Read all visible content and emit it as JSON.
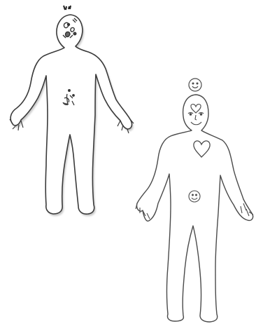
{
  "image": {
    "background": "#ffffff",
    "figures": [
      {
        "role": "left-figure",
        "outline_color": "#3a3a3a",
        "shadow_color": "#9a9a9a",
        "fill": "#ffffff",
        "marks": [
          "head-scribbles",
          "pelvis-scribbles",
          "hair-tufts"
        ]
      },
      {
        "role": "right-figure",
        "outline_color": "#4a4a4a",
        "fill": "#ffffff",
        "symbols": [
          "smiley-above-head",
          "heart-on-forehead",
          "face",
          "heart-on-chest",
          "smiley-on-belly"
        ]
      }
    ]
  }
}
